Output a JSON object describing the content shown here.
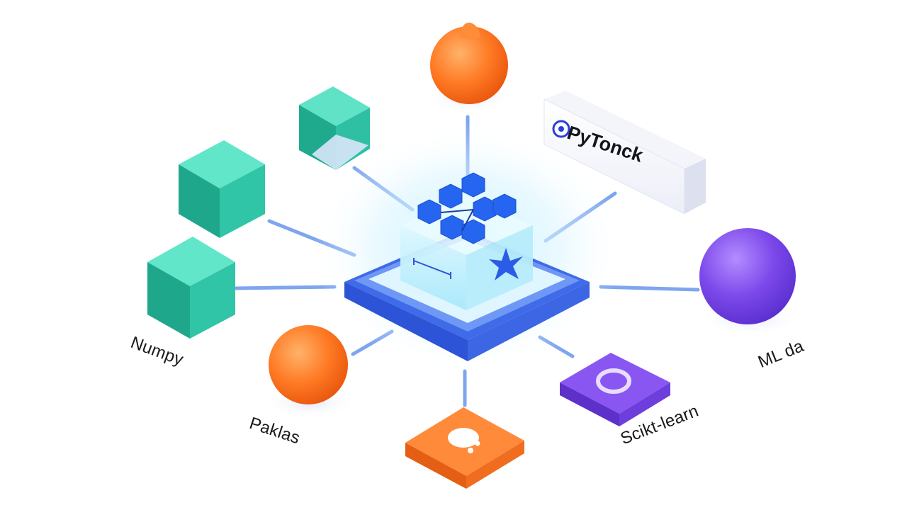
{
  "diagram": {
    "hub": {
      "name": "central-ml-hub",
      "colors": {
        "base": "#4f7cf3",
        "glass": "#bfeefe",
        "cubes": "#2565f0",
        "glow": "#b7ecff"
      }
    },
    "nodes": [
      {
        "id": "numpy",
        "label": "Numpy",
        "shape": "teal-cube"
      },
      {
        "id": "pandas",
        "label": "Paklas",
        "shape": "orange-sphere"
      },
      {
        "id": "sklearn",
        "label": "Scikt-learn",
        "shape": "purple-tile"
      },
      {
        "id": "ml",
        "label": "ML da",
        "shape": "purple-sphere"
      },
      {
        "id": "pytorch",
        "label": "PyTonck",
        "shape": "white-bar"
      },
      {
        "id": "top",
        "label": "",
        "shape": "orange-sphere"
      },
      {
        "id": "box",
        "label": "",
        "shape": "teal-box"
      },
      {
        "id": "bottom",
        "label": "",
        "shape": "orange-tile"
      }
    ],
    "colors": {
      "connector": "#7ea6ee",
      "teal": "#35c9a8",
      "orange": "#ff7a24",
      "purple": "#7c48ea",
      "text": "#1a1a1a"
    }
  }
}
